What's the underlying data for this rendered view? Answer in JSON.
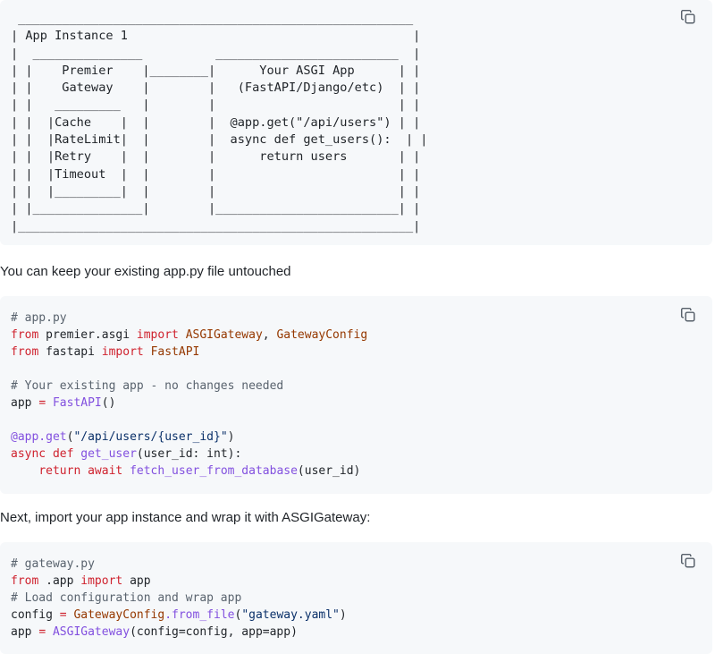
{
  "diagram_block": {
    "lines": [
      " ______________________________________________________",
      "| App Instance 1                                       |",
      "|  _______________          _________________________  |",
      "| |    Premier    |________|      Your ASGI App      | |",
      "| |    Gateway    |        |   (FastAPI/Django/etc)  | |",
      "| |   _________   |        |                         | |",
      "| |  |Cache    |  |        |  @app.get(\"/api/users\") | |",
      "| |  |RateLimit|  |        |  async def get_users():  | |",
      "| |  |Retry    |  |        |      return users       | |",
      "| |  |Timeout  |  |        |                         | |",
      "| |  |_________|  |        |                         | |",
      "| |_______________|        |_________________________| |",
      "|______________________________________________________|"
    ]
  },
  "paragraph1": "You can keep your existing app.py file untouched",
  "code_block_1": {
    "comment_file": "# app.py",
    "kw_from1": "from",
    "mod1": " premier.asgi ",
    "kw_import1": "import",
    "cls1": "ASGIGateway",
    "comma1": ", ",
    "cls2": "GatewayConfig",
    "kw_from2": "from",
    "mod2": " fastapi ",
    "kw_import2": "import",
    "cls3": "FastAPI",
    "comment_existing": "# Your existing app - no changes needed",
    "app_var": "app ",
    "assign": "=",
    "fastapi_call": "FastAPI",
    "parens": "()",
    "decorator": "@app.get",
    "deco_open": "(",
    "route": "\"/api/users/{user_id}\"",
    "deco_close": ")",
    "kw_async": "async",
    "kw_def": "def",
    "fn_name": "get_user",
    "fn_args": "(user_id: int):",
    "kw_return": "return",
    "kw_await": "await",
    "call_fetch": "fetch_user_from_database",
    "call_args": "(user_id)"
  },
  "paragraph2": "Next, import your app instance and wrap it with ASGIGateway:",
  "code_block_2": {
    "comment_file": "# gateway.py",
    "kw_from": "from",
    "mod": " .app ",
    "kw_import": "import",
    "name_app": " app",
    "comment_load": "# Load configuration and wrap app",
    "config_var": "config ",
    "assign1": "=",
    "cls_config": "GatewayConfig",
    "from_file": ".from_file",
    "open1": "(",
    "yaml": "\"gateway.yaml\"",
    "close1": ")",
    "app_var": "app ",
    "assign2": "=",
    "cls_gateway": "ASGIGateway",
    "gw_args": "(config=config, app=app)"
  },
  "icons": {
    "copy": "copy-icon"
  }
}
